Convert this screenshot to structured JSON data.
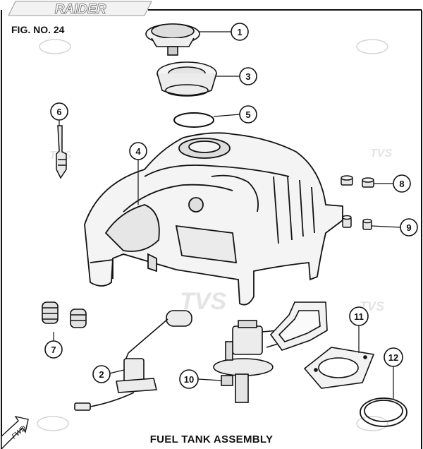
{
  "brand": {
    "logo_text": "RAIDER",
    "watermark": "TVS"
  },
  "figure": {
    "number_label": "FIG. NO. 24",
    "title": "FUEL TANK ASSEMBLY"
  },
  "direction_label": "FWD",
  "callouts": [
    "1",
    "2",
    "3",
    "4",
    "5",
    "6",
    "7",
    "8",
    "9",
    "10",
    "11",
    "12"
  ]
}
